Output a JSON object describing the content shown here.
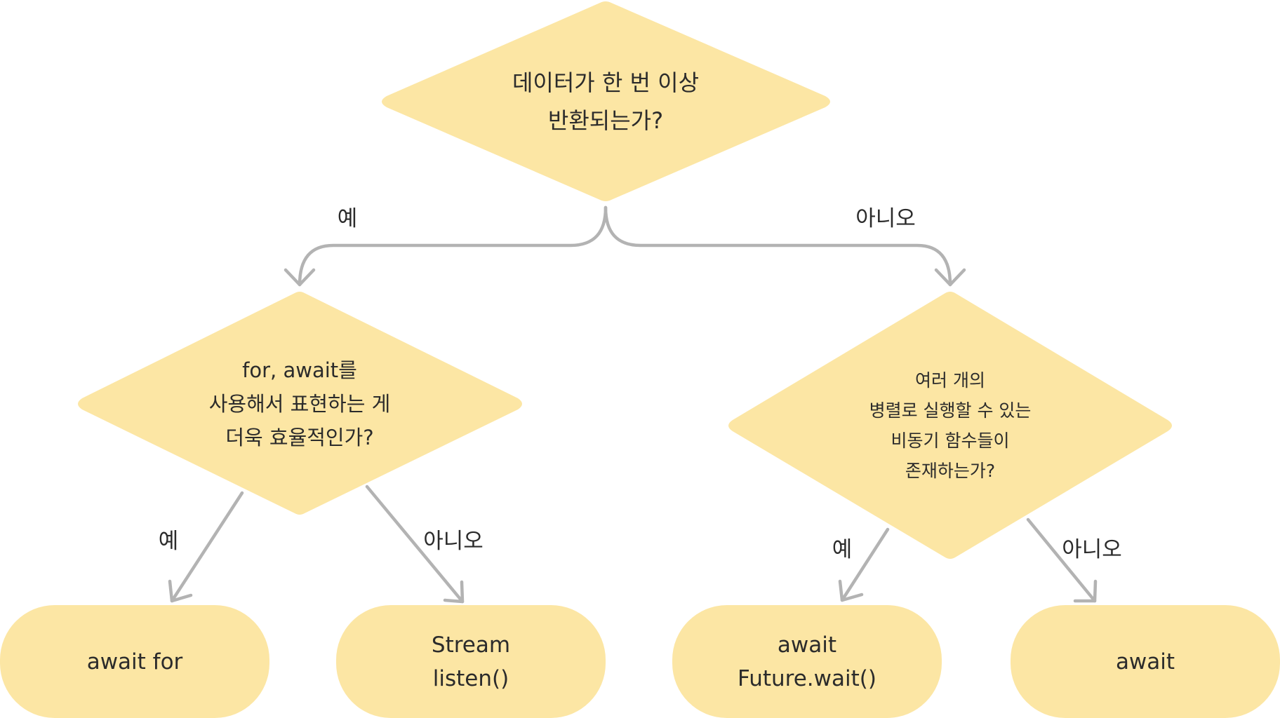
{
  "diagram": {
    "decisions": {
      "root": {
        "lines": [
          "데이터가 한 번 이상",
          "반환되는가?"
        ]
      },
      "left": {
        "lines": [
          "for, await를",
          "사용해서 표현하는 게",
          "더욱 효율적인가?"
        ]
      },
      "right": {
        "lines": [
          "여러 개의",
          "병렬로 실행할 수 있는",
          "비동기 함수들이",
          "존재하는가?"
        ]
      }
    },
    "outcomes": {
      "await_for": {
        "lines": [
          "await for"
        ]
      },
      "stream_listen": {
        "lines": [
          "Stream",
          "listen()"
        ]
      },
      "future_wait": {
        "lines": [
          "await",
          "Future.wait()"
        ]
      },
      "await": {
        "lines": [
          "await"
        ]
      }
    },
    "edge_labels": {
      "root_yes": "예",
      "root_no": "아니오",
      "left_yes": "예",
      "left_no": "아니오",
      "right_yes": "예",
      "right_no": "아니오"
    },
    "colors": {
      "node_fill": "#FCE6A4",
      "edge_stroke": "#B3B3B3",
      "text": "#2b2b2b"
    }
  }
}
